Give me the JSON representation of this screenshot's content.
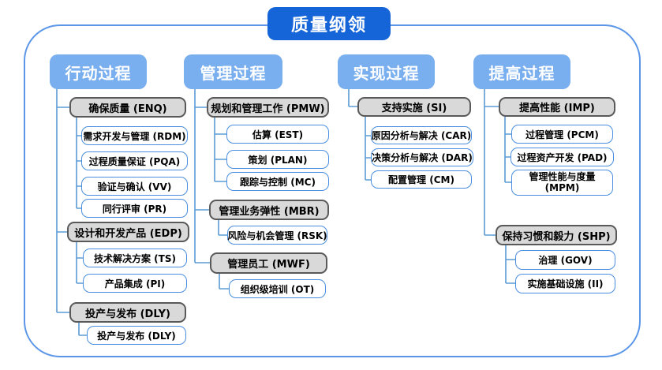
{
  "title": "质量纲领",
  "colors": {
    "title_bg": "#1565d8",
    "header_bg": "#79aeef",
    "connector_line": "#5b9bd5",
    "frame_border": "#5b96e8",
    "group_fill": "#d9d9d9",
    "group_border": "#595959",
    "leaf_border": "#4a8ee0"
  },
  "columns": [
    {
      "header": "行动过程",
      "groups": [
        {
          "label": "确保质量 (ENQ)",
          "children": [
            "需求开发与管理 (RDM)",
            "过程质量保证 (PQA)",
            "验证与确认 (VV)",
            "同行评审 (PR)"
          ]
        },
        {
          "label": "设计和开发产品 (EDP)",
          "children": [
            "技术解决方案 (TS)",
            "产品集成 (PI)"
          ]
        },
        {
          "label": "投产与发布 (DLY)",
          "children": [
            "投产与发布 (DLY)"
          ]
        }
      ]
    },
    {
      "header": "管理过程",
      "groups": [
        {
          "label": "规划和管理工作 (PMW)",
          "children": [
            "估算 (EST)",
            "策划 (PLAN)",
            "跟踪与控制 (MC)"
          ]
        },
        {
          "label": "管理业务弹性 (MBR)",
          "children": [
            "风险与机会管理 (RSK)"
          ]
        },
        {
          "label": "管理员工 (MWF)",
          "children": [
            "组织级培训 (OT)"
          ]
        }
      ]
    },
    {
      "header": "实现过程",
      "groups": [
        {
          "label": "支持实施 (SI)",
          "children": [
            "原因分析与解决 (CAR)",
            "决策分析与解决 (DAR)",
            "配置管理 (CM)"
          ]
        }
      ]
    },
    {
      "header": "提高过程",
      "groups": [
        {
          "label": "提高性能 (IMP)",
          "children": [
            "过程管理 (PCM)",
            "过程资产开发 (PAD)",
            "管理性能与度量 (MPM)"
          ]
        },
        {
          "label": "保持习惯和毅力 (SHP)",
          "children": [
            "治理 (GOV)",
            "实施基础设施 (II)"
          ]
        }
      ]
    }
  ]
}
